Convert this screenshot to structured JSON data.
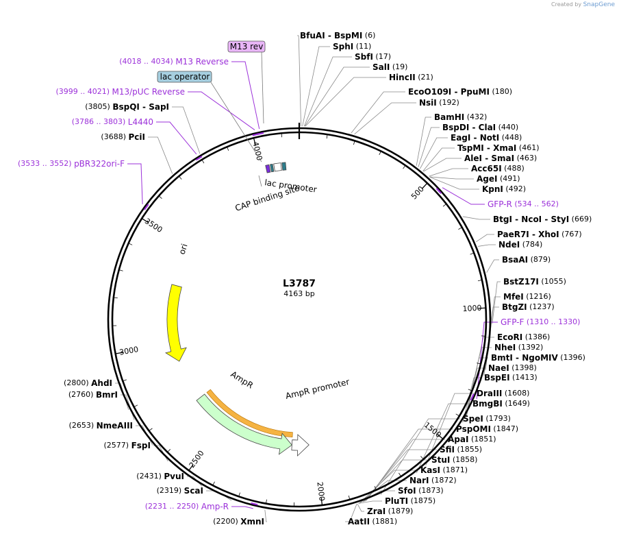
{
  "app": {
    "credit_prefix": "Created by",
    "credit_brand": "SnapGene"
  },
  "plasmid": {
    "name": "L3787",
    "length_label": "4163 bp",
    "length": 4163
  },
  "tick_labels": [
    "500",
    "1000",
    "1500",
    "2000",
    "2500",
    "3000",
    "3500",
    "4000"
  ],
  "features": [
    {
      "label": "ori",
      "start": 3300,
      "end": 2900,
      "color": "#ffff00"
    },
    {
      "label": "AmpR",
      "start": 2680,
      "end": 2120,
      "color": "#ccffcc"
    },
    {
      "label": "AmpR promoter",
      "start": 2120,
      "end": 2030,
      "color": "#ffffff"
    },
    {
      "label": "lac promoter",
      "start": 4085,
      "end": 4055,
      "color": "#ffffff"
    },
    {
      "label": "CAP binding site",
      "start": 4105,
      "end": 4090,
      "color": "#2e7d8c"
    },
    {
      "label": "lac operator",
      "start": 4050,
      "end": 4040,
      "color": "#2e7d8c"
    },
    {
      "label": "M13 rev",
      "start": 4035,
      "end": 4020,
      "color": "#7a2ed9"
    }
  ],
  "labels": {
    "m13rev": "M13 rev",
    "lac_operator": "lac operator",
    "lac_promoter": "lac promoter",
    "cap_binding": "CAP binding site",
    "ori": "ori",
    "ampr": "AmpR",
    "ampr_promoter": "AmpR promoter"
  },
  "right_sites": [
    {
      "pos": 6,
      "names": [
        "BfuAI",
        "BspMI"
      ],
      "num": "(6)"
    },
    {
      "pos": 11,
      "names": [
        "SphI"
      ],
      "num": "(11)"
    },
    {
      "pos": 17,
      "names": [
        "SbfI"
      ],
      "num": "(17)"
    },
    {
      "pos": 19,
      "names": [
        "SalI"
      ],
      "num": "(19)"
    },
    {
      "pos": 21,
      "names": [
        "HincII"
      ],
      "num": "(21)"
    },
    {
      "pos": 180,
      "names": [
        "EcoO109I",
        "PpuMI"
      ],
      "num": "(180)"
    },
    {
      "pos": 192,
      "names": [
        "NsiI"
      ],
      "num": "(192)"
    },
    {
      "pos": 432,
      "names": [
        "BamHI"
      ],
      "num": "(432)"
    },
    {
      "pos": 440,
      "names": [
        "BspDI",
        "ClaI"
      ],
      "num": "(440)"
    },
    {
      "pos": 448,
      "names": [
        "EagI",
        "NotI"
      ],
      "num": "(448)"
    },
    {
      "pos": 461,
      "names": [
        "TspMI",
        "XmaI"
      ],
      "num": "(461)"
    },
    {
      "pos": 463,
      "names": [
        "AleI",
        "SmaI"
      ],
      "num": "(463)"
    },
    {
      "pos": 488,
      "names": [
        "Acc65I"
      ],
      "num": "(488)"
    },
    {
      "pos": 491,
      "names": [
        "AgeI"
      ],
      "num": "(491)"
    },
    {
      "pos": 492,
      "names": [
        "KpnI"
      ],
      "num": "(492)"
    },
    {
      "pos": 669,
      "names": [
        "BtgI",
        "NcoI",
        "StyI"
      ],
      "num": "(669)"
    },
    {
      "pos": 767,
      "names": [
        "PaeR7I",
        "XhoI"
      ],
      "num": "(767)"
    },
    {
      "pos": 784,
      "names": [
        "NdeI"
      ],
      "num": "(784)"
    },
    {
      "pos": 879,
      "names": [
        "BsaAI"
      ],
      "num": "(879)"
    },
    {
      "pos": 1055,
      "names": [
        "BstZ17I"
      ],
      "num": "(1055)"
    },
    {
      "pos": 1216,
      "names": [
        "MfeI"
      ],
      "num": "(1216)"
    },
    {
      "pos": 1237,
      "names": [
        "BtgZI"
      ],
      "num": "(1237)"
    },
    {
      "pos": 1386,
      "names": [
        "EcoRI"
      ],
      "num": "(1386)"
    },
    {
      "pos": 1392,
      "names": [
        "NheI"
      ],
      "num": "(1392)"
    },
    {
      "pos": 1396,
      "names": [
        "BmtI",
        "NgoMIV"
      ],
      "num": "(1396)"
    },
    {
      "pos": 1398,
      "names": [
        "NaeI"
      ],
      "num": "(1398)"
    },
    {
      "pos": 1413,
      "names": [
        "BspEI"
      ],
      "num": "(1413)"
    },
    {
      "pos": 1608,
      "names": [
        "DraIII"
      ],
      "num": "(1608)"
    },
    {
      "pos": 1649,
      "names": [
        "BmgBI"
      ],
      "num": "(1649)"
    },
    {
      "pos": 1793,
      "names": [
        "SpeI"
      ],
      "num": "(1793)"
    },
    {
      "pos": 1847,
      "names": [
        "PspOMI"
      ],
      "num": "(1847)"
    },
    {
      "pos": 1851,
      "names": [
        "ApaI"
      ],
      "num": "(1851)"
    },
    {
      "pos": 1855,
      "names": [
        "SfiI"
      ],
      "num": "(1855)"
    },
    {
      "pos": 1858,
      "names": [
        "StuI"
      ],
      "num": "(1858)"
    },
    {
      "pos": 1871,
      "names": [
        "KasI"
      ],
      "num": "(1871)"
    },
    {
      "pos": 1872,
      "names": [
        "NarI"
      ],
      "num": "(1872)"
    },
    {
      "pos": 1873,
      "names": [
        "SfoI"
      ],
      "num": "(1873)"
    },
    {
      "pos": 1875,
      "names": [
        "PluTI"
      ],
      "num": "(1875)"
    },
    {
      "pos": 1879,
      "names": [
        "ZraI"
      ],
      "num": "(1879)"
    },
    {
      "pos": 1881,
      "names": [
        "AatII"
      ],
      "num": "(1881)"
    }
  ],
  "left_sites": [
    {
      "pos": 3805,
      "names": [
        "BspQI",
        "SapI"
      ],
      "num": "(3805)"
    },
    {
      "pos": 3688,
      "names": [
        "PciI"
      ],
      "num": "(3688)"
    },
    {
      "pos": 2800,
      "names": [
        "AhdI"
      ],
      "num": "(2800)"
    },
    {
      "pos": 2760,
      "names": [
        "BmrI"
      ],
      "num": "(2760)"
    },
    {
      "pos": 2653,
      "names": [
        "NmeAIII"
      ],
      "num": "(2653)"
    },
    {
      "pos": 2577,
      "names": [
        "FspI"
      ],
      "num": "(2577)"
    },
    {
      "pos": 2431,
      "names": [
        "PvuI"
      ],
      "num": "(2431)"
    },
    {
      "pos": 2319,
      "names": [
        "ScaI"
      ],
      "num": "(2319)"
    },
    {
      "pos": 2200,
      "names": [
        "XmnI"
      ],
      "num": "(2200)"
    }
  ],
  "right_primers": [
    {
      "pos": 548,
      "name": "GFP-R",
      "range": "(534 .. 562)"
    },
    {
      "pos": 1320,
      "name": "GFP-F",
      "range": "(1310 .. 1330)"
    }
  ],
  "left_primers": [
    {
      "pos": 4026,
      "name": "M13 Reverse",
      "range": "(4018 .. 4034)"
    },
    {
      "pos": 4010,
      "name": "M13/pUC Reverse",
      "range": "(3999 .. 4021)"
    },
    {
      "pos": 3794,
      "name": "L4440",
      "range": "(3786 .. 3803)"
    },
    {
      "pos": 3542,
      "name": "pBR322ori-F",
      "range": "(3533 .. 3552)"
    },
    {
      "pos": 2240,
      "name": "Amp-R",
      "range": "(2231 .. 2250)"
    }
  ]
}
